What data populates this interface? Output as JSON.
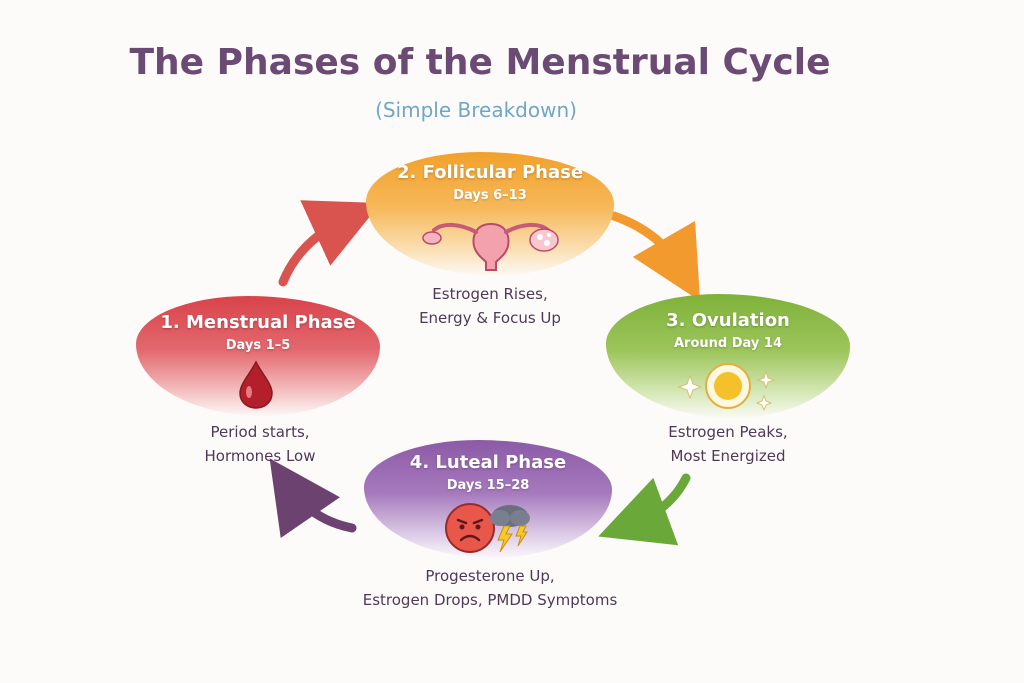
{
  "title": "The Phases of the Menstrual Cycle",
  "subtitle": "(Simple Breakdown)",
  "colors": {
    "menstrual": "#d9434a",
    "follicular": "#f0a030",
    "ovulation": "#8ab83a",
    "luteal": "#9a6bb0",
    "title": "#6b4a73",
    "subtitle": "#6fa7c4"
  },
  "phases": [
    {
      "title": "1. Menstrual Phase",
      "days": "Days 1–5",
      "desc_line1": "Period starts,",
      "desc_line2": "Hormones Low",
      "icon": "blood-drop-icon"
    },
    {
      "title": "2. Follicular Phase",
      "days": "Days 6–13",
      "desc_line1": "Estrogen Rises,",
      "desc_line2": "Energy & Focus Up",
      "icon": "uterus-icon"
    },
    {
      "title": "3. Ovulation",
      "days": "Around Day 14",
      "desc_line1": "Estrogen Peaks,",
      "desc_line2": "Most Energized",
      "icon": "egg-sparkle-icon"
    },
    {
      "title": "4. Luteal Phase",
      "days": "Days 15–28",
      "desc_line1": "Progesterone Up,",
      "desc_line2": "Estrogen Drops, PMDD Symptoms",
      "icon": "upset-face-storm-icon"
    }
  ]
}
